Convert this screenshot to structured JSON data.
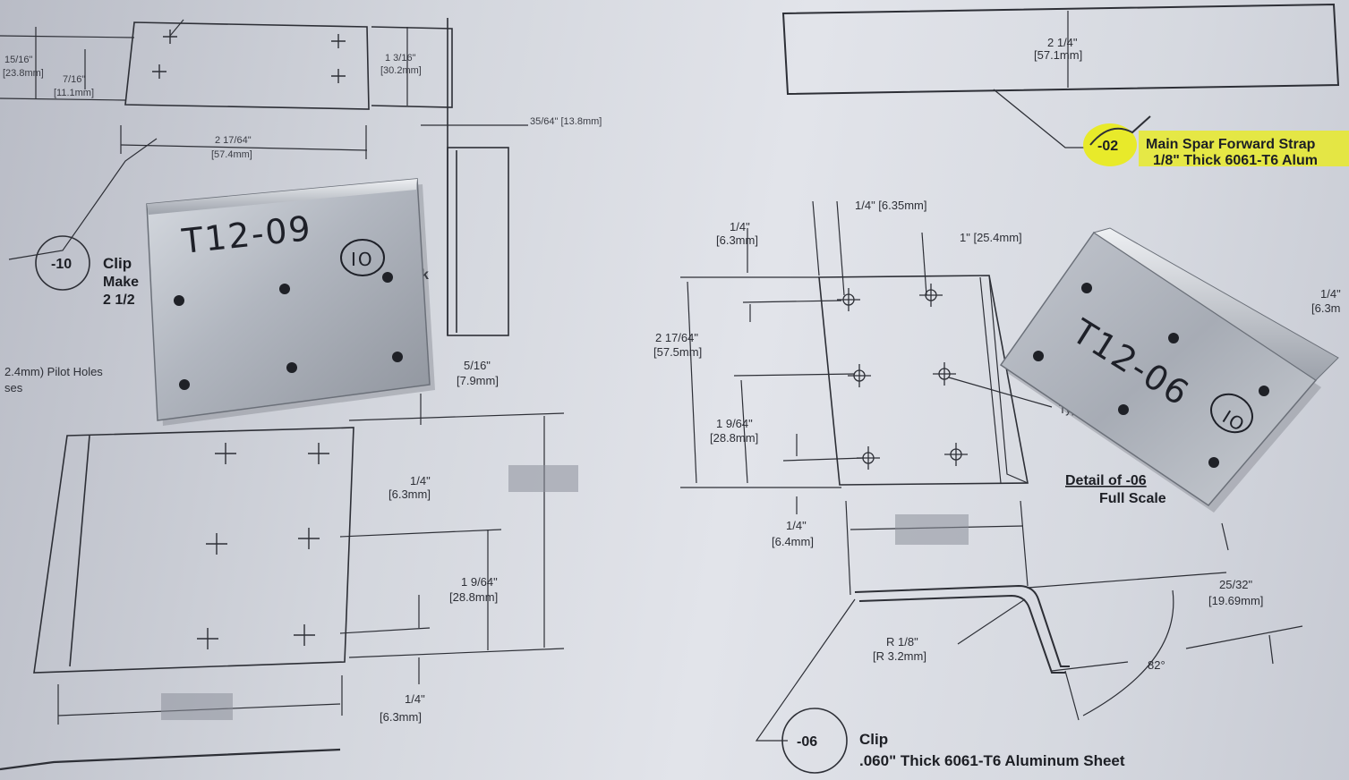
{
  "parts": [
    {
      "label": "T12-09",
      "stamp": "IO"
    },
    {
      "label": "T12-06",
      "stamp": "IO"
    }
  ],
  "callouts": [
    {
      "number": "-02",
      "title": "Main Spar Forward Strap",
      "material": "1/8\" Thick 6061-T6 Alum"
    },
    {
      "number": "-10",
      "title": "Clip",
      "line2": "Make",
      "line3": "2 1/2"
    },
    {
      "number": "-06",
      "title": "Clip",
      "material": ".060\" Thick 6061-T6 Aluminum Sheet"
    }
  ],
  "detail": {
    "title": "Detail of -06",
    "scale": "Full Scale",
    "typ": "Typ"
  },
  "notes": {
    "pilot_holes": "2.4mm) Pilot Holes",
    "holes_fragment": "ses",
    "edge_k": "k"
  },
  "dims": {
    "d_2_14": "2 1/4\"",
    "d_2_14_mm": "[57.1mm]",
    "d_1_316": "1 3/16\"",
    "d_1_316_mm": "[30.2mm]",
    "d_1516": "15/16\"",
    "d_1516_mm": "[23.8mm]",
    "d_716": "7/16\"",
    "d_716_mm": "[11.1mm]",
    "d_2_1764_top": "2 17/64\"",
    "d_2_1764_top_mm": "[57.4mm]",
    "d_3564": "35/64\" [13.8mm]",
    "d_516": "5/16\"",
    "d_516_mm": "[7.9mm]",
    "d_14_a": "1/4\"",
    "d_14_a_mm": "[6.3mm]",
    "d_1_964_a": "1 9/64\"",
    "d_1_964_a_mm": "[28.8mm]",
    "d_14_b": "1/4\"",
    "d_14_b_mm": "[6.3mm]",
    "d_14_right": "1/4\" [6.35mm]",
    "d_14_c": "1/4\"",
    "d_14_c_mm": "[6.3mm]",
    "d_1in": "1\" [25.4mm]",
    "d_2_1764": "2 17/64\"",
    "d_2_1764_mm": "[57.5mm]",
    "d_1_964_b": "1 9/64\"",
    "d_1_964_b_mm": "[28.8mm]",
    "d_14_d": "1/4\"",
    "d_14_d_mm": "[6.4mm]",
    "d_2532": "25/32\"",
    "d_2532_mm": "[19.69mm]",
    "d_r18": "R 1/8\"",
    "d_r18_mm": "[R 3.2mm]",
    "d_82": "82°",
    "d_14_far": "1/4\"",
    "d_14_far_mm": "[6.3m"
  },
  "colors": {
    "highlight": "#e8ea2a",
    "paper": "#dfe1e8",
    "metal": "#b7bcc4",
    "ink": "#2d2f36"
  }
}
